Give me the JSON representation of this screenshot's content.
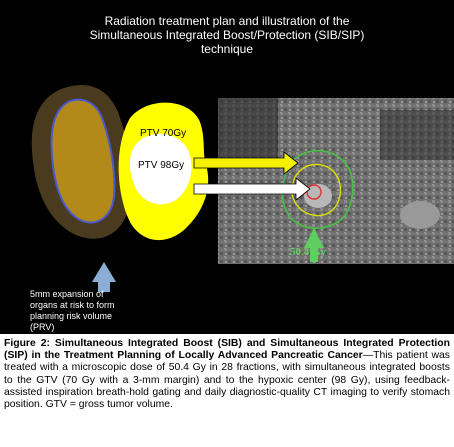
{
  "figure": {
    "title_lines": [
      "Radiation treatment plan and illustration of the",
      "Simultaneous Integrated Boost/Protection (SIB/SIP)",
      "technique"
    ],
    "ptv_70_label": "PTV 70Gy",
    "ptv_98_label": "PTV 98Gy",
    "prv_note_lines": [
      "5mm expansion of",
      "organs at risk to form",
      "planning risk volume",
      "(PRV)"
    ],
    "dose_label": "50.4 Gy",
    "colors": {
      "panel_background": "#000000",
      "prv_outline": "#4a3a1e",
      "organ_fill": "#b38a1a",
      "organ_border": "#4a5acf",
      "ptv70_fill": "#ffff00",
      "ptv98_fill": "#ffffff",
      "arrow_yellow": "#f5f000",
      "arrow_blue": "#8aaed6",
      "arrow_green": "#5ecf5e"
    }
  },
  "caption": {
    "bold": "Figure 2: Simultaneous Integrated Boost (SIB) and Simultaneous Integrated Protection (SIP) in the Treatment Planning of Locally Advanced Pancreatic Cancer",
    "body": "—This patient was treated with a microscopic dose of 50.4 Gy in 28 fractions, with simultaneous integrated boosts to the GTV (70 Gy with a 3-mm margin) and to the hypoxic center (98 Gy), using feedback-assisted inspiration breath-hold gating and daily diagnostic-quality CT imaging to verify stomach position. GTV = gross tumor volume."
  }
}
